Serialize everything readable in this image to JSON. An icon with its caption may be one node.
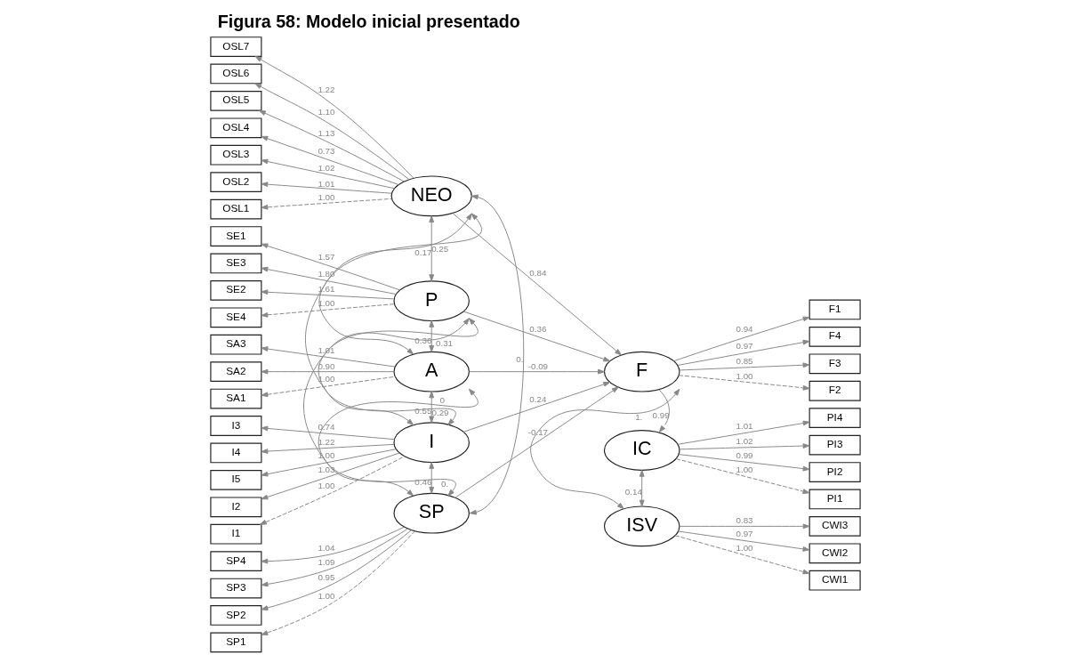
{
  "diagram": {
    "title": "Figura 58: Modelo inicial presentado",
    "nodes": [
      {
        "text": [
          "OSL7"
        ]
      },
      {
        "text": [
          "OSL6"
        ]
      },
      {
        "text": [
          "OSL5"
        ]
      },
      {
        "text": [
          "OSL4"
        ]
      },
      {
        "text": [
          "OSL3"
        ]
      },
      {
        "text": [
          "OSL2"
        ]
      },
      {
        "text": [
          "OSL1"
        ]
      },
      {
        "text": [
          "SE1"
        ]
      },
      {
        "text": [
          "SE3"
        ]
      },
      {
        "text": [
          "SE2"
        ]
      },
      {
        "text": [
          "SE4"
        ]
      },
      {
        "text": [
          "SA3"
        ]
      },
      {
        "text": [
          "SA2"
        ]
      },
      {
        "text": [
          "SA1"
        ]
      },
      {
        "text": [
          "I3"
        ]
      },
      {
        "text": [
          "I4"
        ]
      },
      {
        "text": [
          "I5"
        ]
      },
      {
        "text": [
          "I2"
        ]
      },
      {
        "text": [
          "I1"
        ]
      },
      {
        "text": [
          "SP4"
        ]
      },
      {
        "text": [
          "SP3"
        ]
      },
      {
        "text": [
          "SP2"
        ]
      },
      {
        "text": [
          "SP1"
        ]
      },
      {
        "text": [
          "NEO"
        ]
      },
      {
        "text": [
          "P"
        ]
      },
      {
        "text": [
          "A"
        ]
      },
      {
        "text": [
          "I"
        ]
      },
      {
        "text": [
          "SP"
        ]
      },
      {
        "text": [
          "F"
        ]
      },
      {
        "text": [
          "IC"
        ]
      },
      {
        "text": [
          "ISV"
        ]
      },
      {
        "text": [
          "F1"
        ]
      },
      {
        "text": [
          "F4"
        ]
      },
      {
        "text": [
          "F3"
        ]
      },
      {
        "text": [
          "F2"
        ]
      },
      {
        "text": [
          "PI4"
        ]
      },
      {
        "text": [
          "PI3"
        ]
      },
      {
        "text": [
          "PI2"
        ]
      },
      {
        "text": [
          "PI1"
        ]
      },
      {
        "text": [
          "CWI3"
        ]
      },
      {
        "text": [
          "CWI2"
        ]
      },
      {
        "text": [
          "CWI1"
        ]
      }
    ],
    "edges": [
      {
        "from": 23,
        "to": 0,
        "arrow": "to",
        "label": "1.22"
      },
      {
        "from": 23,
        "to": 1,
        "arrow": "to",
        "label": "1.10"
      },
      {
        "from": 23,
        "to": 2,
        "arrow": "to",
        "label": "1.13"
      },
      {
        "from": 23,
        "to": 3,
        "arrow": "to",
        "label": "0.73"
      },
      {
        "from": 23,
        "to": 4,
        "arrow": "to",
        "label": "1.02"
      },
      {
        "from": 23,
        "to": 5,
        "arrow": "to",
        "label": "1.01"
      },
      {
        "from": 23,
        "to": 6,
        "arrow": "to",
        "label": "1.00",
        "style": "dashed"
      },
      {
        "from": 24,
        "to": 7,
        "arrow": "to",
        "label": "1.57"
      },
      {
        "from": 24,
        "to": 8,
        "arrow": "to",
        "label": "1.80"
      },
      {
        "from": 24,
        "to": 9,
        "arrow": "to",
        "label": "1.61"
      },
      {
        "from": 24,
        "to": 10,
        "arrow": "to",
        "label": "1.00",
        "style": "dashed"
      },
      {
        "from": 25,
        "to": 11,
        "arrow": "to",
        "label": "1.01"
      },
      {
        "from": 25,
        "to": 12,
        "arrow": "to",
        "label": "0.90"
      },
      {
        "from": 25,
        "to": 13,
        "arrow": "to",
        "label": "1.00",
        "style": "dashed"
      },
      {
        "from": 26,
        "to": 14,
        "arrow": "to",
        "label": "0.74"
      },
      {
        "from": 26,
        "to": 15,
        "arrow": "to",
        "label": "1.22"
      },
      {
        "from": 26,
        "to": 16,
        "arrow": "to",
        "label": "1.00"
      },
      {
        "from": 26,
        "to": 17,
        "arrow": "to",
        "label": "1.03"
      },
      {
        "from": 26,
        "to": 18,
        "arrow": "to",
        "label": "1.00",
        "style": "dashed"
      },
      {
        "from": 27,
        "to": 19,
        "arrow": "to",
        "label": "1.04"
      },
      {
        "from": 27,
        "to": 20,
        "arrow": "to",
        "label": "1.09"
      },
      {
        "from": 27,
        "to": 21,
        "arrow": "to",
        "label": "0.95"
      },
      {
        "from": 27,
        "to": 22,
        "arrow": "to",
        "label": "1.00",
        "style": "dashed"
      },
      {
        "from": 23,
        "to": 24,
        "arrow": "both",
        "label": "0.17"
      },
      {
        "from": 23,
        "to": 25,
        "arrow": "both",
        "label": "0.25"
      },
      {
        "from": 24,
        "to": 25,
        "arrow": "both",
        "label": "0.36"
      },
      {
        "from": 23,
        "to": 26,
        "arrow": "both",
        "label": "0.29"
      },
      {
        "from": 24,
        "to": 26,
        "arrow": "both",
        "label": "0.31"
      },
      {
        "from": 25,
        "to": 26,
        "arrow": "both",
        "label": "0.55"
      },
      {
        "from": 26,
        "to": 27,
        "arrow": "both",
        "label": "0.46"
      },
      {
        "from": 24,
        "to": 27,
        "arrow": "both",
        "label": "0."
      },
      {
        "from": 25,
        "to": 27,
        "arrow": "both",
        "label": "0"
      },
      {
        "from": 23,
        "to": 27,
        "arrow": "both",
        "label": "0."
      },
      {
        "from": 23,
        "to": 28,
        "arrow": "to",
        "label": "0.84"
      },
      {
        "from": 24,
        "to": 28,
        "arrow": "to",
        "label": "0.36"
      },
      {
        "from": 25,
        "to": 28,
        "arrow": "to",
        "label": "-0.09"
      },
      {
        "from": 26,
        "to": 28,
        "arrow": "to",
        "label": "0.24"
      },
      {
        "from": 27,
        "to": 28,
        "arrow": "to",
        "label": "-0.17"
      },
      {
        "from": 28,
        "to": 29,
        "arrow": "to",
        "label": "0.99"
      },
      {
        "from": 28,
        "to": 30,
        "arrow": "both",
        "label": "1."
      },
      {
        "from": 29,
        "to": 30,
        "arrow": "both",
        "label": "0.14"
      },
      {
        "from": 28,
        "to": 31,
        "arrow": "to",
        "label": "0.94"
      },
      {
        "from": 28,
        "to": 32,
        "arrow": "to",
        "label": "0.97"
      },
      {
        "from": 28,
        "to": 33,
        "arrow": "to",
        "label": "0.85"
      },
      {
        "from": 28,
        "to": 34,
        "arrow": "to",
        "label": "1.00",
        "style": "dashed"
      },
      {
        "from": 29,
        "to": 35,
        "arrow": "to",
        "label": "1.01"
      },
      {
        "from": 29,
        "to": 36,
        "arrow": "to",
        "label": "1.02"
      },
      {
        "from": 29,
        "to": 37,
        "arrow": "to",
        "label": "0.99"
      },
      {
        "from": 29,
        "to": 38,
        "arrow": "to",
        "label": "1.00",
        "style": "dashed"
      },
      {
        "from": 30,
        "to": 39,
        "arrow": "to",
        "label": "0.83"
      },
      {
        "from": 30,
        "to": 40,
        "arrow": "to",
        "label": "0.97"
      },
      {
        "from": 30,
        "to": 41,
        "arrow": "to",
        "label": "1.00",
        "style": "dashed"
      }
    ]
  }
}
